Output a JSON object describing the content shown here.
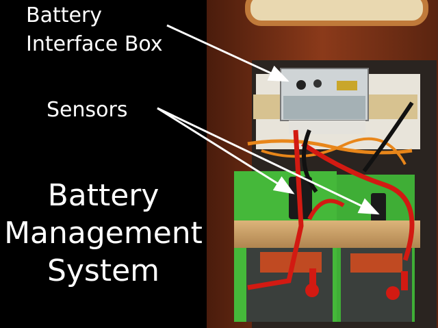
{
  "labels": {
    "battery_interface_box_line1": "Battery",
    "battery_interface_box_line2": "Interface Box",
    "sensors": "Sensors"
  },
  "title": {
    "line1": "Battery",
    "line2": "Management",
    "line3": "System"
  },
  "photo": {
    "subject": "battery compartment with interface box, sensors and red/orange cables",
    "colors": {
      "wood_dark": "#5a2410",
      "wood_mid": "#8b3a1a",
      "battery_green": "#45b83a",
      "battery_grey": "#3a3f3c",
      "cable_red": "#d21a12",
      "cable_orange": "#e8861a",
      "beam": "#c9a26a",
      "arrow": "#ffffff"
    }
  }
}
